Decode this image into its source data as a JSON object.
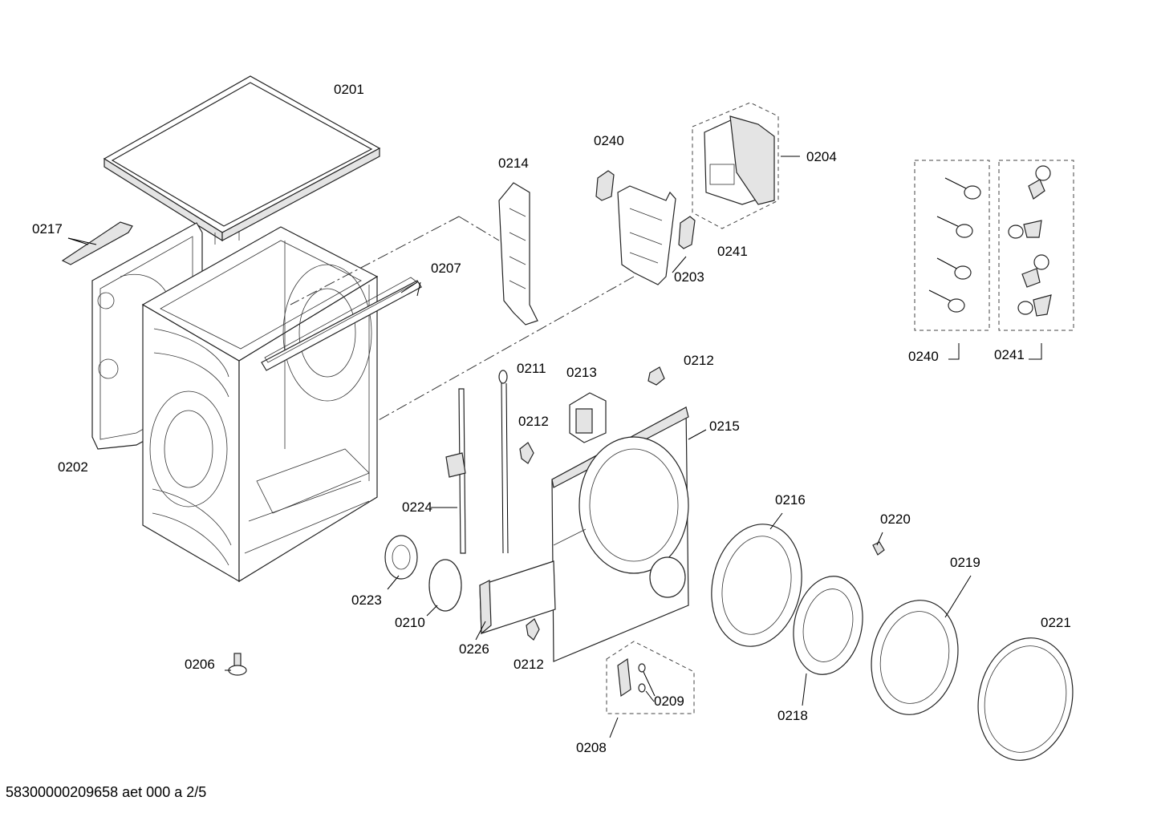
{
  "document_id": "58300000209658 aet 000 a 2/5",
  "part_labels": {
    "p0201": "0201",
    "p0202": "0202",
    "p0203": "0203",
    "p0204": "0204",
    "p0206": "0206",
    "p0207": "0207",
    "p0208": "0208",
    "p0209": "0209",
    "p0210": "0210",
    "p0211": "0211",
    "p0212a": "0212",
    "p0212b": "0212",
    "p0212c": "0212",
    "p0213": "0213",
    "p0214": "0214",
    "p0215": "0215",
    "p0216": "0216",
    "p0217": "0217",
    "p0218": "0218",
    "p0219": "0219",
    "p0220": "0220",
    "p0221": "0221",
    "p0223": "0223",
    "p0224": "0224",
    "p0226": "0226",
    "p0240a": "0240",
    "p0240b": "0240",
    "p0241a": "0241",
    "p0241b": "0241"
  }
}
